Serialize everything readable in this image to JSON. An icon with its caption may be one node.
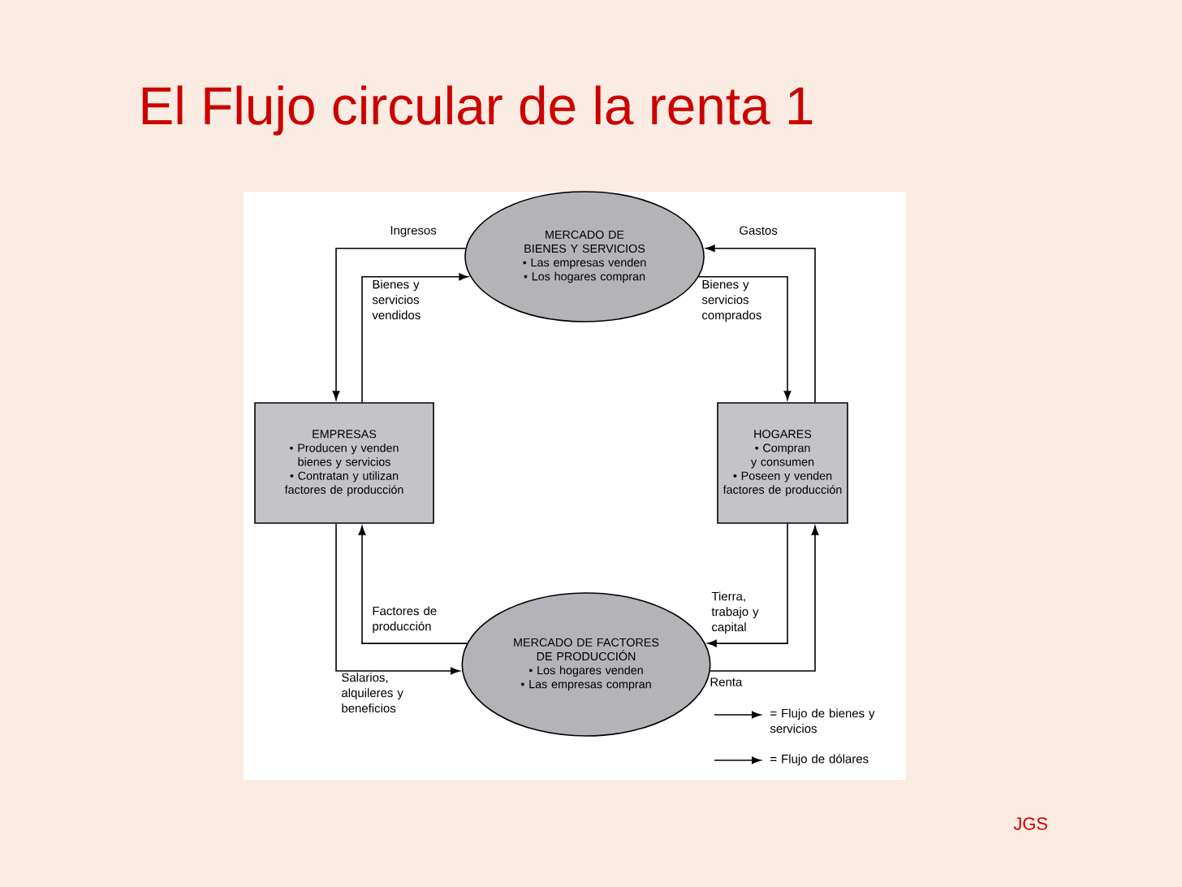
{
  "diagram": {
    "title": "El Flujo circular de la renta 1",
    "nodes": [
      {
        "text": [
          "MERCADO DE BIENES Y SERVICIOS",
          "• Las empresas venden",
          "• Los hogares compran"
        ]
      },
      {
        "text": [
          "EMPRESAS",
          "• Producen y venden bienes y servicios",
          "• Contratan y utilizan factores de producción"
        ]
      },
      {
        "text": [
          "HOGARES",
          "• Compran y consumen",
          "• Poseen y venden factores de producción"
        ]
      },
      {
        "text": [
          "MERCADO DE FACTORES DE PRODUCCIÓN",
          "• Los hogares venden",
          "• Las empresas compran"
        ]
      }
    ],
    "edges": [
      {
        "from": 0,
        "to": 1,
        "arrow": "to",
        "label": "Ingresos"
      },
      {
        "from": 1,
        "to": 0,
        "arrow": "to",
        "label": "Bienes y servicios vendidos"
      },
      {
        "from": 0,
        "to": 2,
        "arrow": "to",
        "label": "Bienes y servicios comprados"
      },
      {
        "from": 2,
        "to": 0,
        "arrow": "to",
        "label": "Gastos"
      },
      {
        "from": 2,
        "to": 3,
        "arrow": "to",
        "label": "Tierra, trabajo y capital"
      },
      {
        "from": 3,
        "to": 2,
        "arrow": "to",
        "label": "Renta"
      },
      {
        "from": 3,
        "to": 1,
        "arrow": "to",
        "label": "Factores de producción"
      },
      {
        "from": 1,
        "to": 3,
        "arrow": "to",
        "label": "Salarios, alquileres y beneficios"
      }
    ],
    "labels": [
      "JGS"
    ],
    "legend": [
      {
        "text": "= Flujo de bienes y servicios"
      },
      {
        "text": "= Flujo de dólares"
      }
    ]
  }
}
